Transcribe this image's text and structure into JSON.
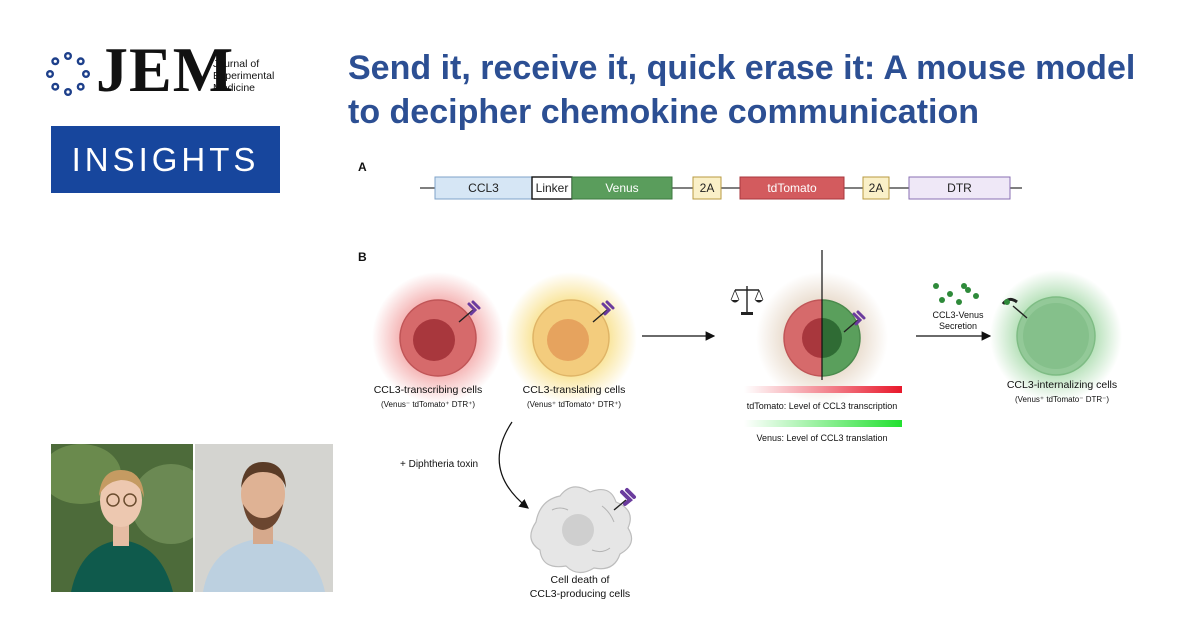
{
  "logo": {
    "wordmark": "JEM",
    "line1": "Journal of",
    "line2": "Experimental",
    "line3": "Medicine"
  },
  "badge": "INSIGHTS",
  "title": {
    "line1": "Send it, receive it, quick erase it: A mouse model",
    "line2": "to decipher chemokine communication"
  },
  "panel_a": {
    "label": "A",
    "segments": [
      "CCL3",
      "Linker",
      "Venus",
      "2A",
      "tdTomato",
      "2A",
      "DTR"
    ]
  },
  "panel_b": {
    "label": "B",
    "transcribing": {
      "name": "CCL3-transcribing cells",
      "genotype": "(Venus⁻ tdTomato⁺ DTR⁺)"
    },
    "translating": {
      "name": "CCL3-translating cells",
      "genotype": "(Venus⁺ tdTomato⁺ DTR⁺)"
    },
    "internalizing": {
      "name": "CCL3-internalizing cells",
      "genotype": "(Venus⁺ tdTomato⁻ DTR⁻)"
    },
    "secretion_line1": "CCL3-Venus",
    "secretion_line2": "Secretion",
    "tdtomato_level": "tdTomato: Level of CCL3 transcription",
    "venus_level": "Venus: Level of CCL3 translation",
    "toxin": "+ Diphtheria toxin",
    "death_line1": "Cell death of",
    "death_line2": "CCL3-producing cells"
  },
  "colors": {
    "title": "#2c4f93",
    "badge": "#17469d",
    "ccl3": "#d6e6f5",
    "venus": "#5a9d5c",
    "tdtomato": "#d35b5e",
    "twoA": "#faf0c8",
    "dtr": "#efe8f7"
  },
  "icons": [
    "logo-mark-icon",
    "receptor-icon",
    "balance-scale-icon",
    "dying-cell-icon"
  ]
}
